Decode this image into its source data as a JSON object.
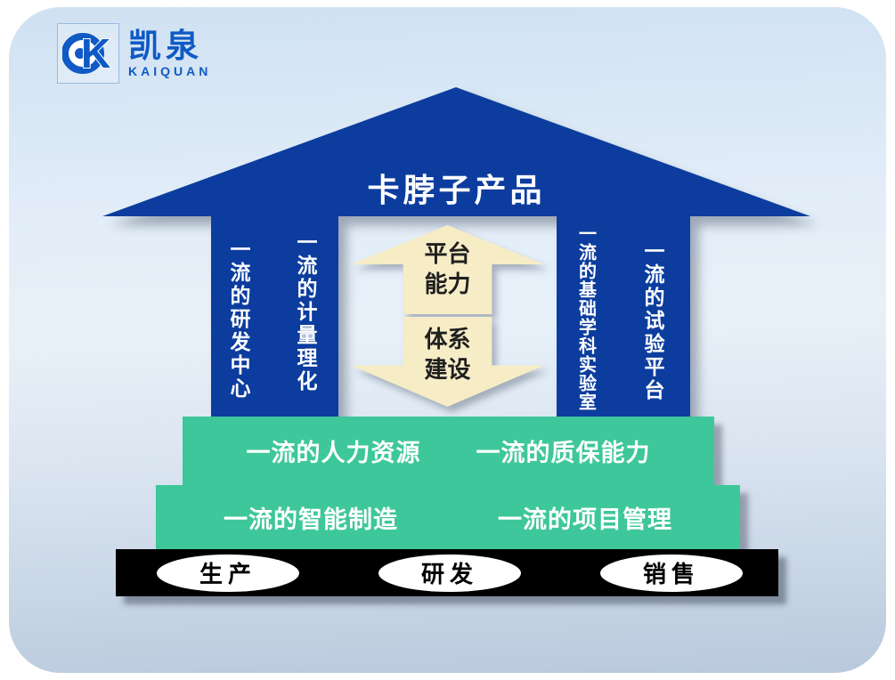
{
  "logo": {
    "cn": "凯泉",
    "en": "KAIQUAN"
  },
  "roof_title": "卡脖子产品",
  "pillars": {
    "left": [
      "一流的研发中心",
      "一流的计量理化"
    ],
    "right": [
      "一流的基础学科实验室",
      "一流的试验平台"
    ]
  },
  "center_arrows": {
    "up": [
      "平台",
      "能力"
    ],
    "down": [
      "体系",
      "建设"
    ]
  },
  "foundation": {
    "row1": [
      "一流的人力资源",
      "一流的质保能力"
    ],
    "row2": [
      "一流的智能制造",
      "一流的项目管理"
    ]
  },
  "base_items": [
    "生产",
    "研发",
    "销售"
  ],
  "colors": {
    "house_blue": "#0c3d9e",
    "cream_arrow": "#f6ecc6",
    "foundation_green": "#3ec79a",
    "base_black": "#000000",
    "logo_blue": "#0f5ac5",
    "background_top": "#cfe1f2",
    "background_bottom": "#b9c9dc"
  }
}
